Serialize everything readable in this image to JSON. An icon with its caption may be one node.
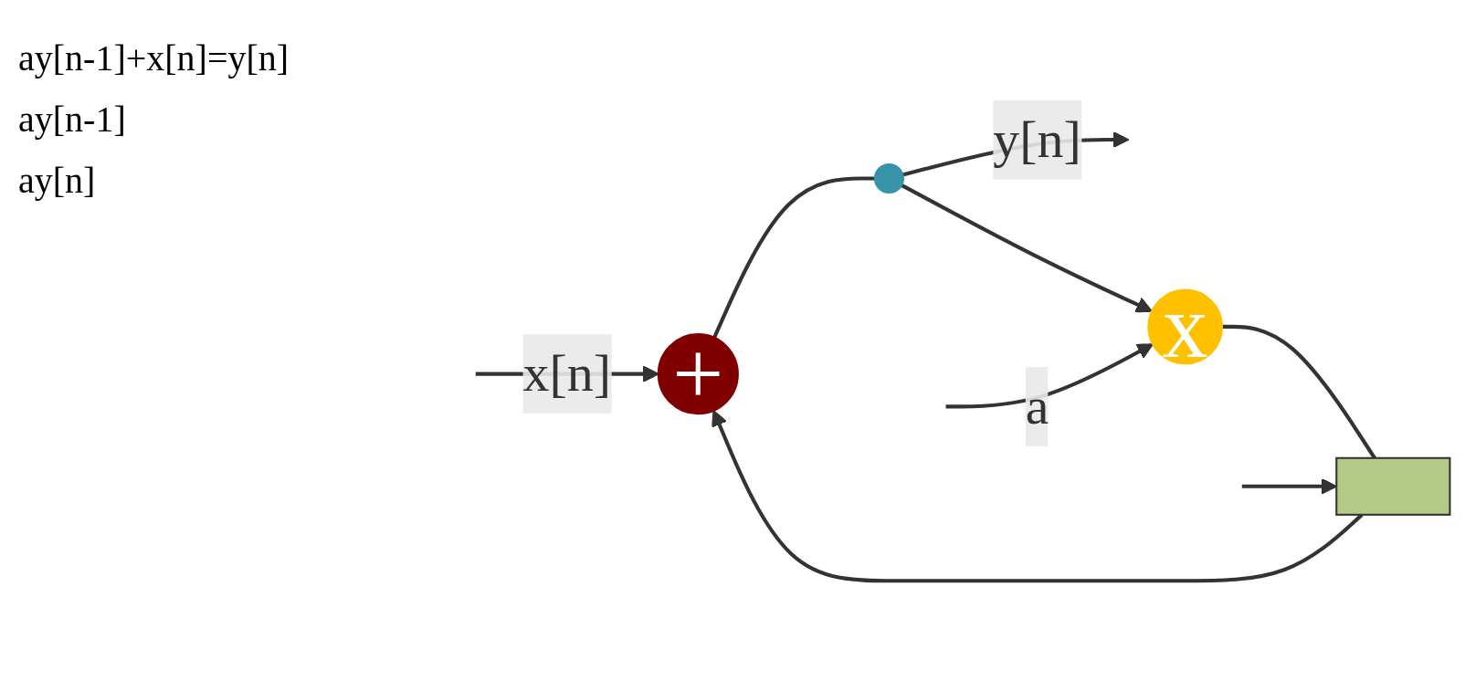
{
  "diagram": {
    "nodes": [
      {
        "text": [
          "+"
        ]
      },
      {
        "text": [],
        "shape": "circle"
      },
      {
        "text": [
          "x"
        ]
      },
      {
        "text": [],
        "shape": "box"
      }
    ],
    "edges": [
      {
        "from": null,
        "to": 0,
        "arrow": "to",
        "label": "x[n]"
      },
      {
        "from": 0,
        "to": 1,
        "arrow": "none"
      },
      {
        "from": 1,
        "to": null,
        "arrow": "to",
        "label": "y[n]"
      },
      {
        "from": 1,
        "to": 2,
        "arrow": "to"
      },
      {
        "from": null,
        "to": 2,
        "arrow": "to",
        "label": "a"
      },
      {
        "from": 2,
        "to": 3,
        "arrow": "none"
      },
      {
        "from": 3,
        "to": 0,
        "arrow": "to"
      },
      {
        "from": null,
        "to": 3,
        "arrow": "to"
      }
    ],
    "labels": [
      "ay[n-1]+x[n]=y[n]",
      "ay[n-1]",
      "ay[n]"
    ]
  }
}
